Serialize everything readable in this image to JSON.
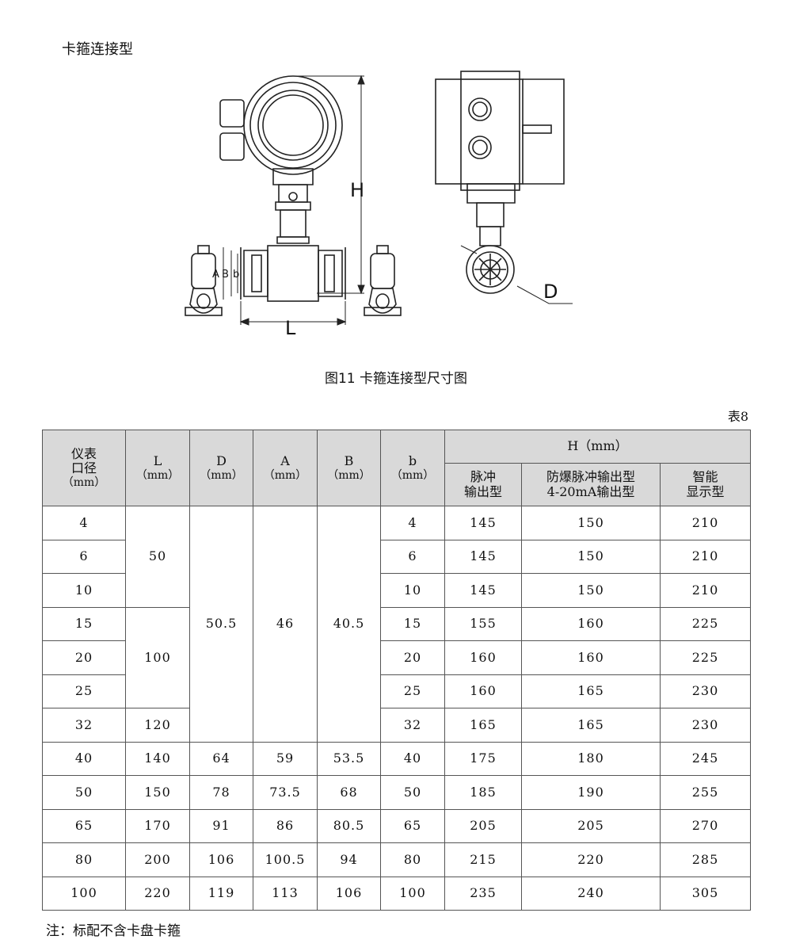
{
  "section_title": "卡箍连接型",
  "figure_labels": {
    "H": "H",
    "L": "L",
    "D": "D",
    "A": "A",
    "B": "B",
    "b": "b"
  },
  "caption": "图11 卡箍连接型尺寸图",
  "table_no": "表8",
  "table": {
    "headers": {
      "dn": "仪表口径（mm）",
      "dn_lines": [
        "仪表",
        "口径",
        "（mm）"
      ],
      "L": [
        "L",
        "（mm）"
      ],
      "D": [
        "D",
        "（mm）"
      ],
      "A": [
        "A",
        "（mm）"
      ],
      "B": [
        "B",
        "（mm）"
      ],
      "b": [
        "b",
        "（mm）"
      ],
      "H": "H（mm）",
      "H_sub": [
        [
          "脉冲",
          "输出型"
        ],
        [
          "防爆脉冲输出型",
          "4-20mA输出型"
        ],
        [
          "智能",
          "显示型"
        ]
      ]
    },
    "rows": [
      {
        "dn": "4",
        "b": "4",
        "h1": "145",
        "h2": "150",
        "h3": "210"
      },
      {
        "dn": "6",
        "b": "6",
        "h1": "145",
        "h2": "150",
        "h3": "210"
      },
      {
        "dn": "10",
        "b": "10",
        "h1": "145",
        "h2": "150",
        "h3": "210"
      },
      {
        "dn": "15",
        "b": "15",
        "h1": "155",
        "h2": "160",
        "h3": "225"
      },
      {
        "dn": "20",
        "b": "20",
        "h1": "160",
        "h2": "160",
        "h3": "225"
      },
      {
        "dn": "25",
        "b": "25",
        "h1": "160",
        "h2": "165",
        "h3": "230"
      },
      {
        "dn": "32",
        "b": "32",
        "h1": "165",
        "h2": "165",
        "h3": "230"
      },
      {
        "dn": "40",
        "L": "140",
        "D": "64",
        "A": "59",
        "B": "53.5",
        "b": "40",
        "h1": "175",
        "h2": "180",
        "h3": "245"
      },
      {
        "dn": "50",
        "L": "150",
        "D": "78",
        "A": "73.5",
        "B": "68",
        "b": "50",
        "h1": "185",
        "h2": "190",
        "h3": "255"
      },
      {
        "dn": "65",
        "L": "170",
        "D": "91",
        "A": "86",
        "B": "80.5",
        "b": "65",
        "h1": "205",
        "h2": "205",
        "h3": "270"
      },
      {
        "dn": "80",
        "L": "200",
        "D": "106",
        "A": "100.5",
        "B": "94",
        "b": "80",
        "h1": "215",
        "h2": "220",
        "h3": "285"
      },
      {
        "dn": "100",
        "L": "220",
        "D": "119",
        "A": "113",
        "B": "106",
        "b": "100",
        "h1": "235",
        "h2": "240",
        "h3": "305"
      }
    ],
    "merged": {
      "L_4_10": "50",
      "L_15_25": "100",
      "L_32": "120",
      "D_4_32": "50.5",
      "A_4_32": "46",
      "B_4_32": "40.5"
    }
  },
  "note": "注：标配不含卡盘卡箍",
  "colors": {
    "header_bg": "#d9d9d9",
    "border": "#555555",
    "line": "#222222"
  }
}
